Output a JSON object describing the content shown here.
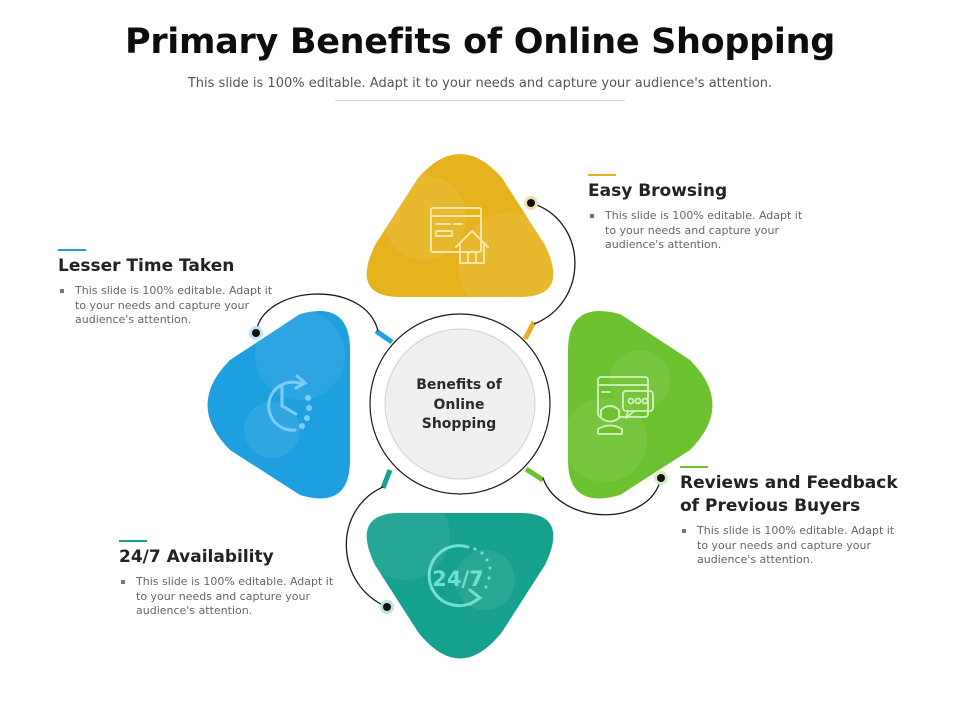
{
  "header": {
    "title": "Primary Benefits of Online Shopping",
    "subtitle": "This slide is 100% editable. Adapt it to your needs and capture your audience's attention."
  },
  "center": {
    "label": "Benefits of Online Shopping"
  },
  "colors": {
    "yellow": "#E6B21E",
    "green": "#6CC12F",
    "blue": "#1E9FE0",
    "teal": "#16A08E",
    "center_fill": "#EFEFEF"
  },
  "benefits": [
    {
      "title": "Easy Browsing",
      "description": "This slide is 100% editable. Adapt it to your needs and capture your audience's attention.",
      "icon": "browser-home-icon",
      "color": "#E6B21E"
    },
    {
      "title": "Lesser Time Taken",
      "description": "This slide is 100% editable. Adapt it to your needs and capture your audience's attention.",
      "icon": "clock-refresh-icon",
      "color": "#1E9FE0"
    },
    {
      "title": "Reviews and Feedback of Previous Buyers",
      "description": "This slide is 100% editable. Adapt it to your needs and capture your audience's attention.",
      "icon": "user-chat-review-icon",
      "color": "#6CC12F"
    },
    {
      "title": "24/7 Availability",
      "description": "This slide is 100% editable. Adapt it to your needs and capture your audience's attention.",
      "icon": "24-7-icon",
      "icon_text": "24/7",
      "color": "#16A08E"
    }
  ]
}
